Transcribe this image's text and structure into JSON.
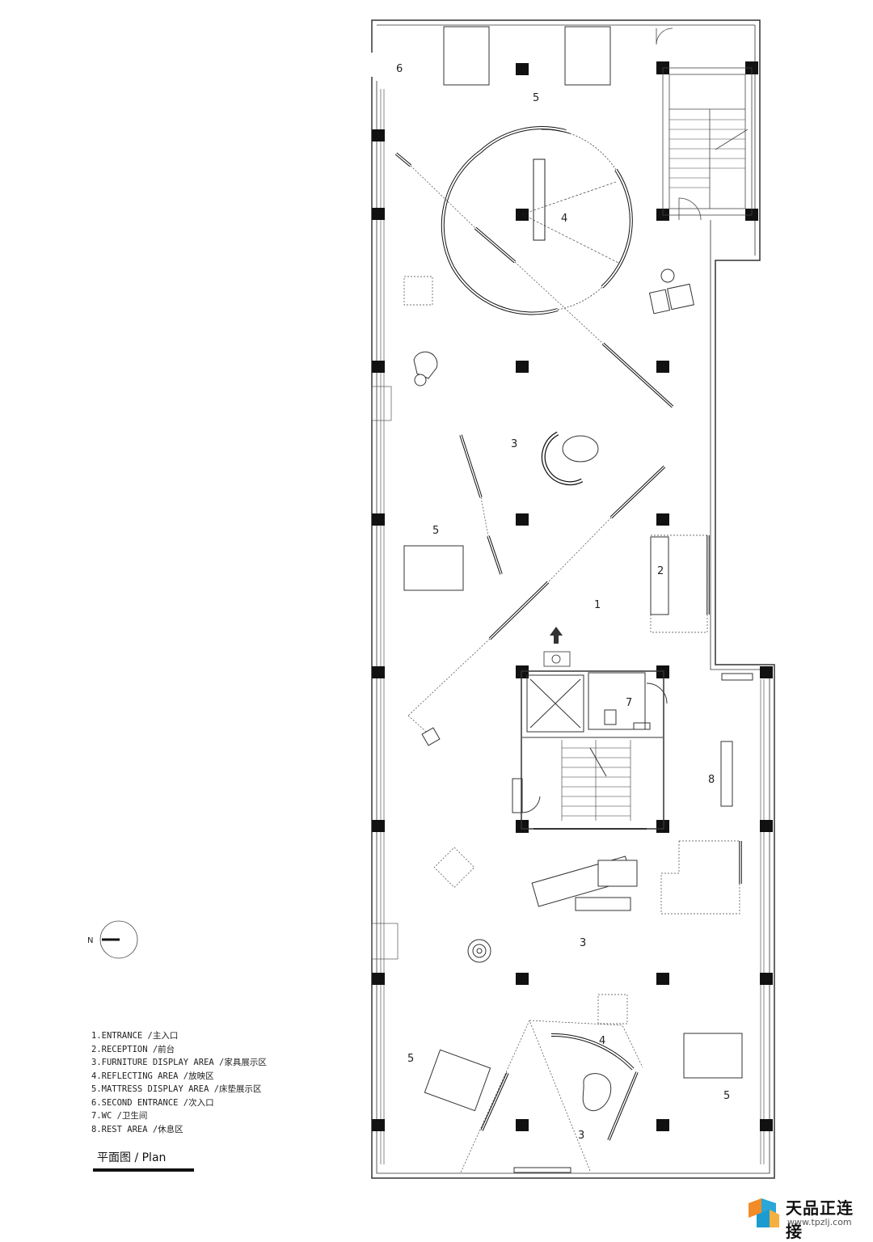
{
  "legend": [
    "1.ENTRANCE /主入口",
    "2.RECEPTION /前台",
    "3.FURNITURE DISPLAY AREA /家具展示区",
    "4.REFLECTING AREA /放映区",
    "5.MATTRESS DISPLAY AREA /床垫展示区",
    "6.SECOND ENTRANCE /次入口",
    "7.WC /卫生间",
    "8.REST AREA /休息区"
  ],
  "plan_title": "平面图 /  Plan",
  "north": {
    "label": "N"
  },
  "area_labels": {
    "l6": "6",
    "l5a": "5",
    "l4a": "4",
    "l3a": "3",
    "l5b": "5",
    "l2": "2",
    "l1": "1",
    "l7": "7",
    "l8": "8",
    "l3b": "3",
    "l5c": "5",
    "l4b": "4",
    "l5d": "5",
    "l3c": "3"
  },
  "watermark": {
    "name": "天品正连接",
    "url": "www.tpzlj.com"
  }
}
